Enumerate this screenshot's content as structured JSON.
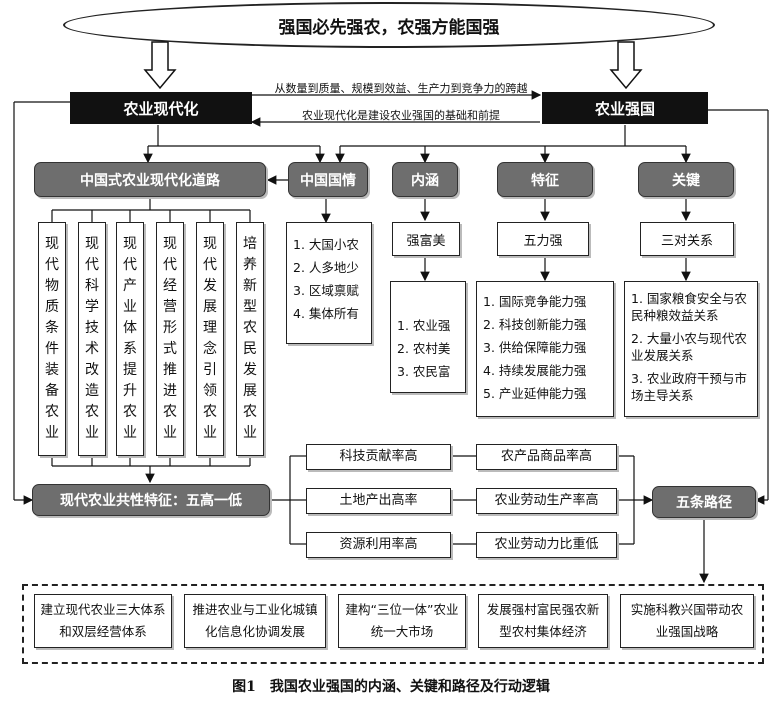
{
  "top_title": "强国必先强农，农强方能国强",
  "nodes": {
    "ag_modernization": "农业现代化",
    "ag_power": "农业强国",
    "span_label": "从数量到质量、规模到效益、生产力到竞争力的跨越",
    "basis_label": "农业现代化是建设农业强国的基础和前提",
    "path": "中国式农业现代化道路",
    "national": "中国国情",
    "connotation": "内涵",
    "features": "特征",
    "key": "关键",
    "connotation_sub": "强富美",
    "features_sub": "五力强",
    "key_sub": "三对关系",
    "common_features": "现代农业共性特征：五高一低",
    "five_paths": "五条路径"
  },
  "path_columns": [
    "现代物质条件装备农业",
    "现代科学技术改造农业",
    "现代产业体系提升农业",
    "现代经营形式推进农业",
    "现代发展理念引领农业",
    "培养新型农民发展农业"
  ],
  "national_list": [
    "1. 大国小农",
    "2. 人多地少",
    "3. 区域禀赋",
    "4. 集体所有"
  ],
  "connotation_list": [
    "1. 农业强",
    "2. 农村美",
    "3. 农民富"
  ],
  "features_list": [
    "1. 国际竞争能力强",
    "2. 科技创新能力强",
    "3. 供给保障能力强",
    "4. 持续发展能力强",
    "5. 产业延伸能力强"
  ],
  "key_list": [
    "1. 国家粮食安全与农民种粮效益关系",
    "2. 大量小农与现代农业发展关系",
    "3. 农业政府干预与市场主导关系"
  ],
  "five_high_left": [
    "科技贡献率高",
    "土地产出高率",
    "资源利用率高"
  ],
  "five_high_right": [
    "农产品商品率高",
    "农业劳动生产率高",
    "农业劳动力比重低"
  ],
  "bottom_boxes": [
    "建立现代农业三大体系和双层经营体系",
    "推进农业与工业化城镇化信息化协调发展",
    "建构“三位一体”农业统一大市场",
    "发展强村富民强农新型农村集体经济",
    "实施科教兴国带动农业强国战略"
  ],
  "caption": "图1　我国农业强国的内涵、关键和路径及行动逻辑"
}
